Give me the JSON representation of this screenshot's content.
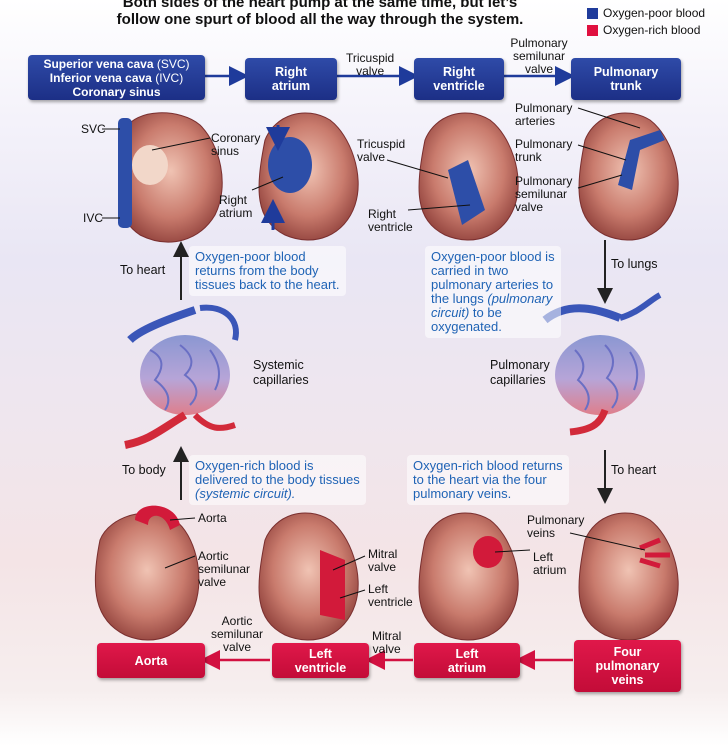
{
  "title": {
    "line1": "Both sides of the heart pump at the same time, but let’s",
    "line2": "follow one spurt of blood all the way through the system."
  },
  "legend": [
    {
      "label": "Oxygen-poor blood",
      "color": "#1f3b9b"
    },
    {
      "label": "Oxygen-rich blood",
      "color": "#e0103f"
    }
  ],
  "top_boxes": {
    "vena_cava": {
      "line1a": "Superior vena cava",
      "line1b": " (SVC)",
      "line2a": "Inferior vena cava",
      "line2b": " (IVC)",
      "line3": "Coronary sinus"
    },
    "right_atrium": [
      "Right",
      "atrium"
    ],
    "right_ventricle": [
      "Right",
      "ventricle"
    ],
    "pulmonary_trunk": [
      "Pulmonary",
      "trunk"
    ]
  },
  "top_valve_labels": {
    "tricuspid": [
      "Tricuspid",
      "valve"
    ],
    "pulmonary_semilunar": [
      "Pulmonary",
      "semilunar",
      "valve"
    ]
  },
  "heart_labels": {
    "svc": "SVC",
    "ivc": "IVC",
    "coronary_sinus": [
      "Coronary",
      "sinus"
    ],
    "right_atrium": [
      "Right",
      "atrium"
    ],
    "tricuspid_valve": [
      "Tricuspid",
      "valve"
    ],
    "right_ventricle": [
      "Right",
      "ventricle"
    ],
    "pulmonary_arteries": [
      "Pulmonary",
      "arteries"
    ],
    "pulmonary_trunk": [
      "Pulmonary",
      "trunk"
    ],
    "pulmonary_semilunar_valve": [
      "Pulmonary",
      "semilunar",
      "valve"
    ],
    "aorta": "Aorta",
    "aortic_semilunar_valve": [
      "Aortic",
      "semilunar",
      "valve"
    ],
    "mitral_valve": [
      "Mitral",
      "valve"
    ],
    "left_ventricle": [
      "Left",
      "ventricle"
    ],
    "pulmonary_veins": [
      "Pulmonary",
      "veins"
    ],
    "left_atrium": [
      "Left",
      "atrium"
    ]
  },
  "flow_labels": {
    "to_heart_left": "To heart",
    "to_lungs": "To lungs",
    "to_body": "To body",
    "to_heart_right": "To heart"
  },
  "capillaries": {
    "systemic": [
      "Systemic",
      "capillaries"
    ],
    "pulmonary": [
      "Pulmonary",
      "capillaries"
    ]
  },
  "notes": {
    "oxygen_poor_return": [
      "Oxygen-poor blood",
      "returns from the body",
      "tissues back to the heart."
    ],
    "oxygen_poor_lungs_a": [
      "Oxygen-poor blood is",
      "carried in two",
      "pulmonary arteries to",
      "the lungs "
    ],
    "oxygen_poor_lungs_italic1": "(pulmonary",
    "oxygen_poor_lungs_italic2": "circuit)",
    "oxygen_poor_lungs_b": " to be",
    "oxygen_poor_lungs_c": "oxygenated.",
    "oxygen_rich_body": [
      "Oxygen-rich blood is",
      "delivered to the body tissues"
    ],
    "oxygen_rich_body_italic": "(systemic circuit).",
    "oxygen_rich_return": [
      "Oxygen-rich blood returns",
      "to the heart via the four",
      "pulmonary veins."
    ]
  },
  "bottom_boxes": {
    "aorta": "Aorta",
    "left_ventricle": [
      "Left",
      "ventricle"
    ],
    "left_atrium": [
      "Left",
      "atrium"
    ],
    "four_pulmonary_veins": [
      "Four",
      "pulmonary",
      "veins"
    ]
  },
  "bottom_valve_labels": {
    "aortic_semilunar": [
      "Aortic",
      "semilunar",
      "valve"
    ],
    "mitral": [
      "Mitral",
      "valve"
    ]
  }
}
